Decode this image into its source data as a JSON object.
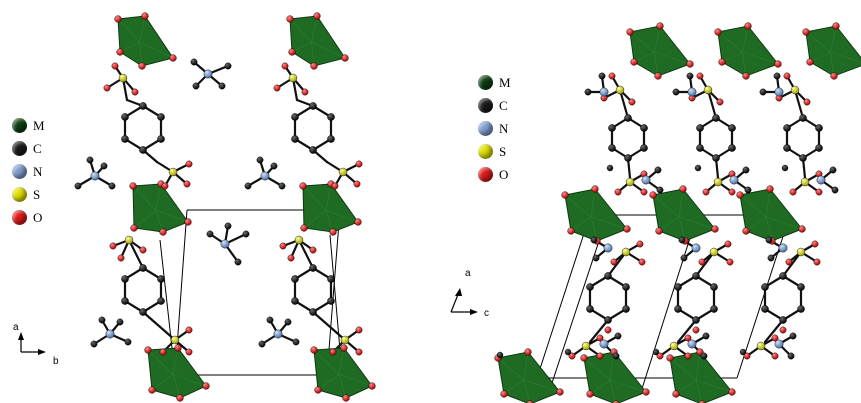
{
  "legend_items": [
    {
      "label": "M",
      "color": "#0d3d12"
    },
    {
      "label": "C",
      "color": "#1a1a1a"
    },
    {
      "label": "N",
      "color": "#7f9fd0"
    },
    {
      "label": "S",
      "color": "#e0e000"
    },
    {
      "label": "O",
      "color": "#e01818"
    }
  ],
  "left_axes": {
    "vertical": "a",
    "horizontal": "b"
  },
  "right_axes": {
    "vertical": "a",
    "horizontal": "c"
  },
  "colors": {
    "octahedron": "#1f6b24",
    "octahedron_edge": "#0f3a12",
    "bond": "#111111",
    "carbon": "#151515",
    "nitrogen": "#7f9fd0",
    "sulfur": "#e3e300",
    "oxygen": "#e01818"
  }
}
